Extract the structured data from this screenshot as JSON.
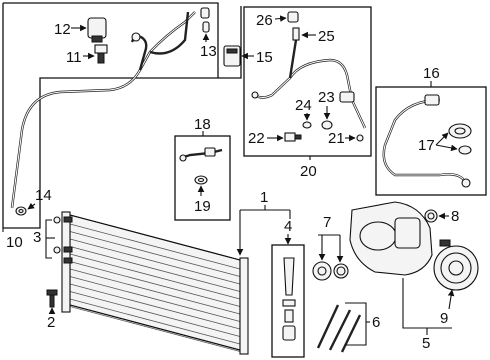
{
  "callouts": {
    "c1": "1",
    "c2": "2",
    "c3": "3",
    "c4": "4",
    "c5": "5",
    "c6": "6",
    "c7": "7",
    "c8": "8",
    "c9": "9",
    "c10": "10",
    "c11": "11",
    "c12": "12",
    "c13": "13",
    "c14": "14",
    "c15": "15",
    "c16": "16",
    "c17": "17",
    "c18": "18",
    "c19": "19",
    "c20": "20",
    "c21": "21",
    "c22": "22",
    "c23": "23",
    "c24": "24",
    "c25": "25",
    "c26": "26"
  }
}
